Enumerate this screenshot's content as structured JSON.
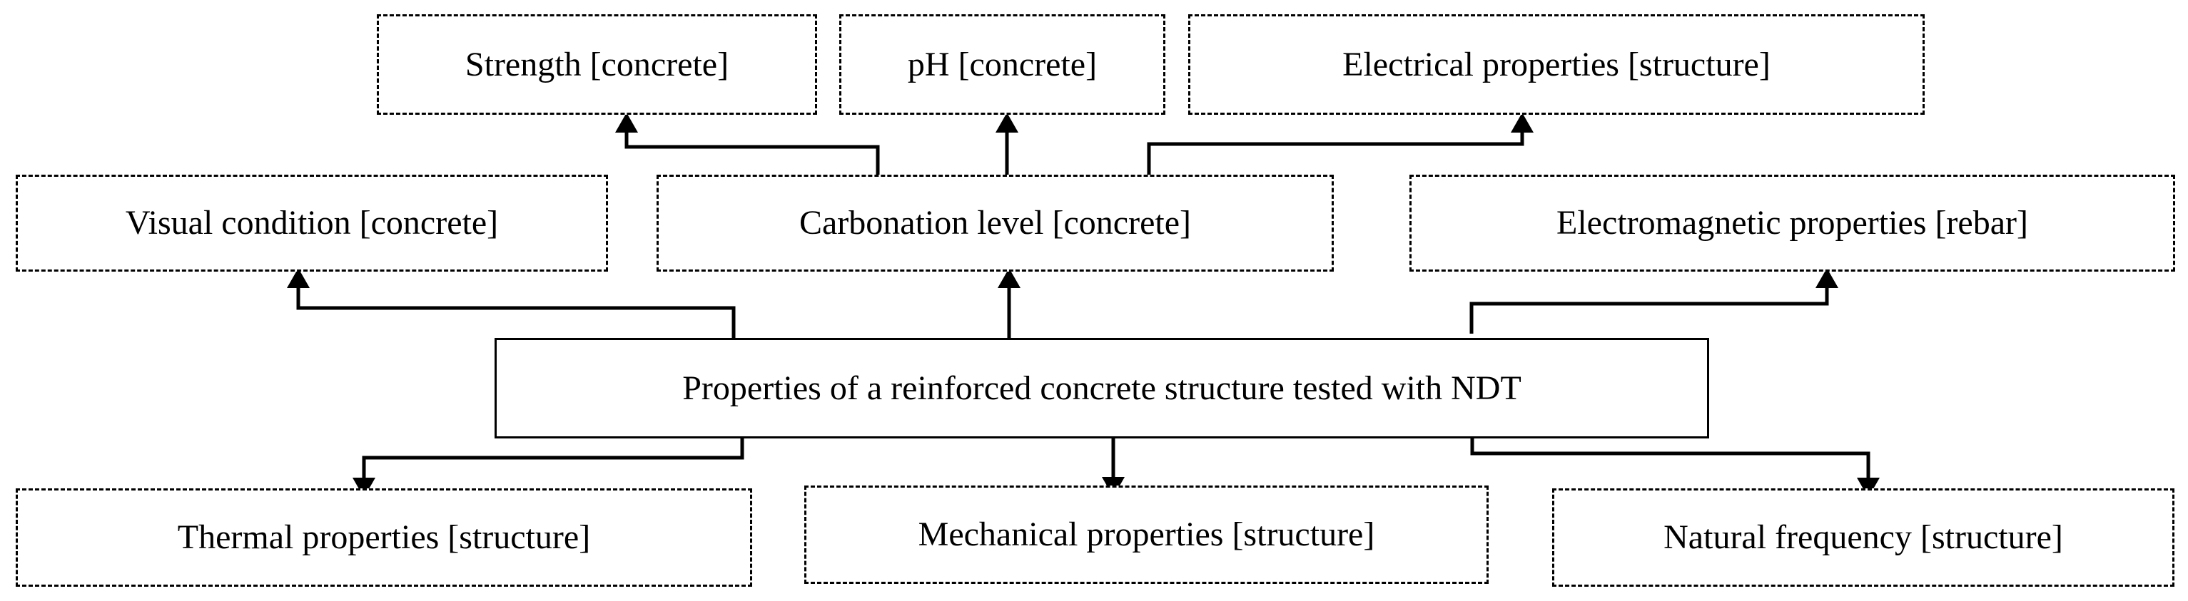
{
  "center": {
    "label": "Properties of a reinforced concrete structure tested with NDT"
  },
  "top_row": {
    "strength": "Strength [concrete]",
    "ph": "pH [concrete]",
    "electrical": "Electrical properties [structure]"
  },
  "middle_row": {
    "visual": "Visual condition [concrete]",
    "carbonation": "Carbonation level [concrete]",
    "electromagnetic": "Electromagnetic properties [rebar]"
  },
  "bottom_row": {
    "thermal": "Thermal properties [structure]",
    "mechanical": "Mechanical properties [structure]",
    "natural_frequency": "Natural frequency [structure]"
  }
}
